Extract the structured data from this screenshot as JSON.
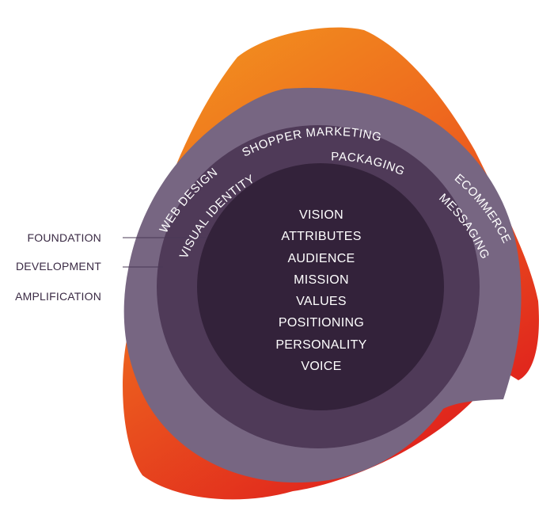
{
  "layers": {
    "foundation": "FOUNDATION",
    "development": "DEVELOPMENT",
    "amplification": "AMPLIFICATION"
  },
  "core": {
    "items": [
      "VISION",
      "ATTRIBUTES",
      "AUDIENCE",
      "MISSION",
      "VALUES",
      "POSITIONING",
      "PERSONALITY",
      "VOICE"
    ]
  },
  "middle_ring": {
    "items": [
      "VISUAL IDENTITY",
      "PACKAGING",
      "MESSAGING"
    ]
  },
  "outer_ring": {
    "items": [
      "WEB DESIGN",
      "SHOPPER MARKETING",
      "ECOMMERCE"
    ]
  },
  "colors": {
    "orange": "#f0821e",
    "red": "#e0231d",
    "outer_ring": "#776682",
    "middle_ring": "#4f3a58",
    "core": "#33223a",
    "label_text": "#3a2a44",
    "ring_text": "#ffffff"
  }
}
